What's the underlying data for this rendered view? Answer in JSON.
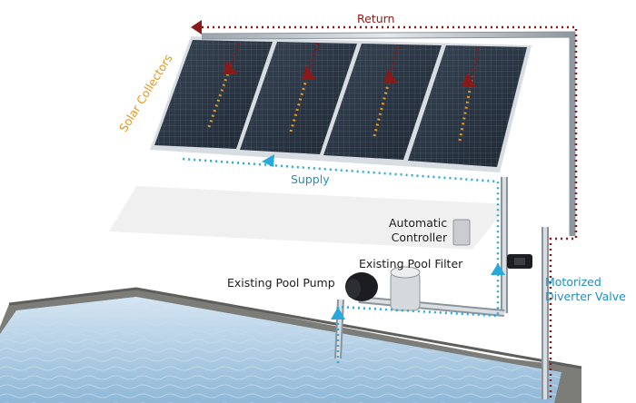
{
  "labels": {
    "return": "Return",
    "supply": "Supply",
    "solar_collectors": "Solar Collectors",
    "automatic_controller": [
      "Automatic",
      "Controller"
    ],
    "existing_pool_filter": "Existing Pool Filter",
    "existing_pool_pump": "Existing Pool Pump",
    "motorized_diverter_valve": [
      "Motorized",
      "Diverter Valve"
    ]
  },
  "colors": {
    "return_line": "#8a1a1a",
    "supply_line": "#29a9d9",
    "heating_gradient": "#e8961e",
    "label_text": "#1c1c1c",
    "solar_label": "#e8961e",
    "return_label": "#8a1a1a",
    "supply_label": "#1f8fc4",
    "diverter_label": "#1f8fc4",
    "panel": "#2b3440",
    "pool_water": "#a9cbe3"
  },
  "icons": [
    "solar-panel-icon",
    "pump-icon",
    "filter-icon",
    "controller-box-icon",
    "diverter-valve-icon",
    "flow-arrow-icon"
  ]
}
